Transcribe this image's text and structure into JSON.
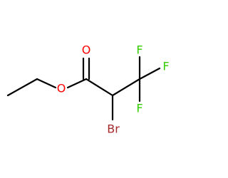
{
  "molecule": {
    "atoms": {
      "o_carbonyl": {
        "label": "O",
        "color": "#ff0000"
      },
      "o_ester": {
        "label": "O",
        "color": "#ff0000"
      },
      "br": {
        "label": "Br",
        "color": "#a52a2a"
      },
      "f_top": {
        "label": "F",
        "color": "#33cc00"
      },
      "f_right": {
        "label": "F",
        "color": "#33cc00"
      },
      "f_bottom": {
        "label": "F",
        "color": "#33cc00"
      }
    },
    "bond_color": "#000000",
    "background": "#ffffff"
  }
}
